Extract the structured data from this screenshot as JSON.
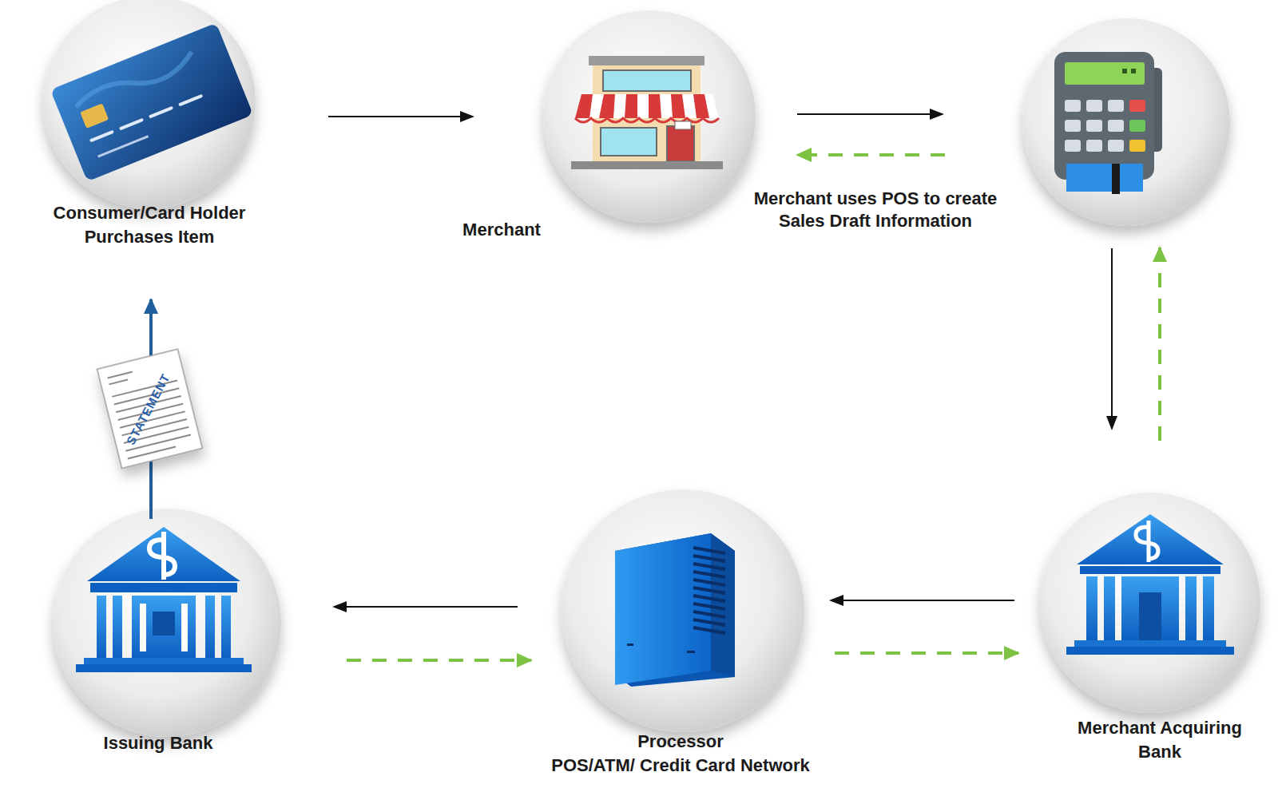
{
  "diagram": {
    "nodes": [
      {
        "text": [
          "Consumer/Card Holder Purchases Item"
        ]
      },
      {
        "text": [
          "Merchant"
        ]
      },
      {
        "text": [
          "Merchant uses POS to create Sales Draft Information"
        ]
      },
      {
        "text": [
          "Merchant Acquiring Bank"
        ]
      },
      {
        "text": [
          "Processor",
          "POS/ATM/ Credit Card Network"
        ]
      },
      {
        "text": [
          "Issuing Bank"
        ]
      }
    ],
    "edges": [
      {
        "from": 0,
        "to": 1,
        "arrow": "to"
      },
      {
        "from": 1,
        "to": 2,
        "arrow": "to"
      },
      {
        "from": 2,
        "to": 1,
        "arrow": "to"
      },
      {
        "from": 2,
        "to": 3,
        "arrow": "to"
      },
      {
        "from": 3,
        "to": 2,
        "arrow": "to"
      },
      {
        "from": 3,
        "to": 4,
        "arrow": "to"
      },
      {
        "from": 4,
        "to": 3,
        "arrow": "to"
      },
      {
        "from": 4,
        "to": 5,
        "arrow": "to"
      },
      {
        "from": 5,
        "to": 4,
        "arrow": "to"
      },
      {
        "from": 5,
        "to": 0,
        "arrow": "to"
      }
    ],
    "labels": [
      "STATEMENT"
    ]
  }
}
